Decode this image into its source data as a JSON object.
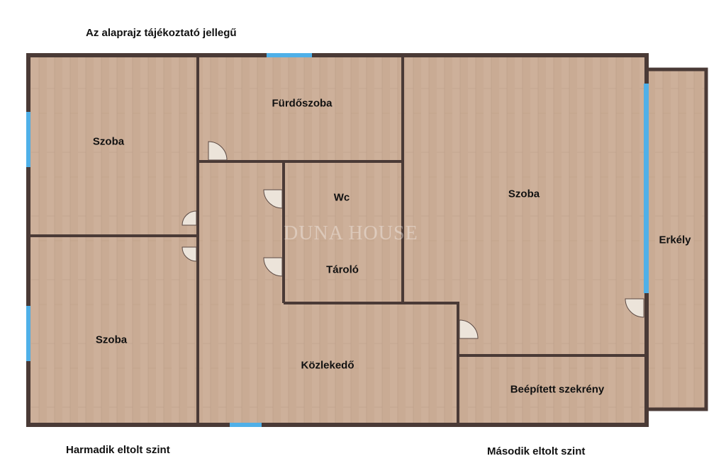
{
  "header": {
    "note": "Az alaprajz tájékoztató jellegű"
  },
  "rooms": [
    {
      "id": "szoba-1",
      "label": "Szoba"
    },
    {
      "id": "furdoszoba",
      "label": "Fürdőszoba"
    },
    {
      "id": "szoba-3",
      "label": "Szoba"
    },
    {
      "id": "wc",
      "label": "Wc"
    },
    {
      "id": "tarolo",
      "label": "Tároló"
    },
    {
      "id": "erkely",
      "label": "Erkély"
    },
    {
      "id": "szoba-2",
      "label": "Szoba"
    },
    {
      "id": "kozlekedo",
      "label": "Közlekedő"
    },
    {
      "id": "beepitett",
      "label": "Beépített szekrény"
    }
  ],
  "footer": {
    "left": "Harmadik eltolt szint",
    "right": "Második eltolt szint"
  },
  "watermark": "DUNA HOUSE",
  "colors": {
    "floor": "#c9ab94",
    "wall": "#4a3a36",
    "window": "#4fb0e8",
    "background": "#ffffff"
  }
}
